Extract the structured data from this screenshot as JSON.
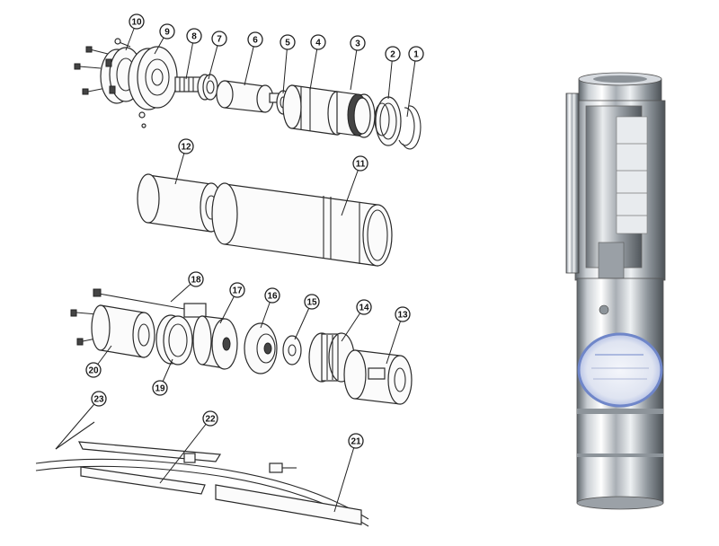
{
  "callouts": [
    {
      "id": "c1",
      "label": "1"
    },
    {
      "id": "c2",
      "label": "2"
    },
    {
      "id": "c3",
      "label": "3"
    },
    {
      "id": "c4",
      "label": "4"
    },
    {
      "id": "c5",
      "label": "5"
    },
    {
      "id": "c6",
      "label": "6"
    },
    {
      "id": "c7",
      "label": "7"
    },
    {
      "id": "c8",
      "label": "8"
    },
    {
      "id": "c9",
      "label": "9"
    },
    {
      "id": "c10",
      "label": "10"
    },
    {
      "id": "c11",
      "label": "11"
    },
    {
      "id": "c12",
      "label": "12"
    },
    {
      "id": "c13",
      "label": "13"
    },
    {
      "id": "c14",
      "label": "14"
    },
    {
      "id": "c15",
      "label": "15"
    },
    {
      "id": "c16",
      "label": "16"
    },
    {
      "id": "c17",
      "label": "17"
    },
    {
      "id": "c18",
      "label": "18"
    },
    {
      "id": "c19",
      "label": "19"
    },
    {
      "id": "c20",
      "label": "20"
    },
    {
      "id": "c21",
      "label": "21"
    },
    {
      "id": "c22",
      "label": "22"
    },
    {
      "id": "c23",
      "label": "23"
    }
  ],
  "colors": {
    "line": "#2a2a2a",
    "steel_light": "#f2f4f6",
    "steel_mid": "#b9bec4",
    "steel_dark": "#6c7379",
    "label_ring": "#6f86c9"
  }
}
